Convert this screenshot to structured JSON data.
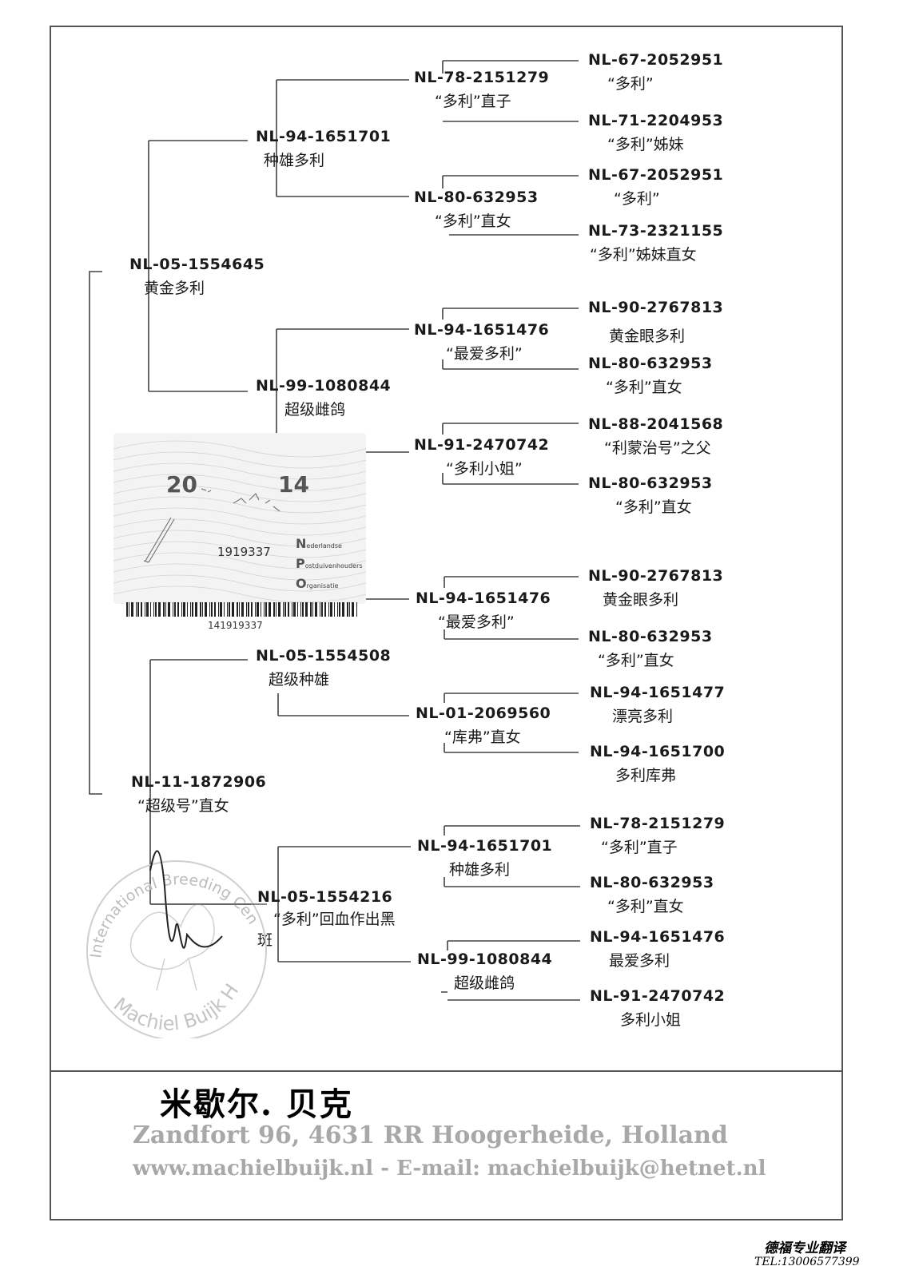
{
  "pedigree": {
    "gen1": [
      {
        "ring": "NL-05-1554645",
        "desc": "黄金多利"
      },
      {
        "ring": "NL-11-1872906",
        "desc": "“超级号”直女"
      }
    ],
    "gen2": [
      {
        "ring": "NL-94-1651701",
        "desc": "种雄多利"
      },
      {
        "ring": "NL-99-1080844",
        "desc": "超级雌鸽"
      },
      {
        "ring": "NL-05-1554508",
        "desc": "超级种雄"
      },
      {
        "ring": "NL-05-1554216",
        "desc": "“多利”回血作出黑斑"
      }
    ],
    "gen3": [
      {
        "ring": "NL-78-2151279",
        "desc": "“多利”直子"
      },
      {
        "ring": "NL-80-632953",
        "desc": "“多利”直女"
      },
      {
        "ring": "NL-94-1651476",
        "desc": "“最爱多利”"
      },
      {
        "ring": "NL-91-2470742",
        "desc": "“多利小姐”"
      },
      {
        "ring": "NL-94-1651476",
        "desc": "“最爱多利”"
      },
      {
        "ring": "NL-01-2069560",
        "desc": "“库弗”直女"
      },
      {
        "ring": "NL-94-1651701",
        "desc": "种雄多利"
      },
      {
        "ring": "NL-99-1080844",
        "desc": "超级雌鸽"
      }
    ],
    "gen4": [
      {
        "ring": "NL-67-2052951",
        "desc": "“多利”"
      },
      {
        "ring": "NL-71-2204953",
        "desc": "“多利”姊妹"
      },
      {
        "ring": "NL-67-2052951",
        "desc": "“多利”"
      },
      {
        "ring": "NL-73-2321155",
        "desc": "“多利”姊妹直女"
      },
      {
        "ring": "NL-90-2767813",
        "desc": "黄金眼多利"
      },
      {
        "ring": "NL-80-632953",
        "desc": "“多利”直女"
      },
      {
        "ring": "NL-88-2041568",
        "desc": "“利蒙治号”之父"
      },
      {
        "ring": "NL-80-632953",
        "desc": "“多利”直女"
      },
      {
        "ring": "NL-90-2767813",
        "desc": "黄金眼多利"
      },
      {
        "ring": "NL-80-632953",
        "desc": "“多利”直女"
      },
      {
        "ring": "NL-94-1651477",
        "desc": "漂亮多利"
      },
      {
        "ring": "NL-94-1651700",
        "desc": "多利库弗"
      },
      {
        "ring": "NL-78-2151279",
        "desc": "“多利”直子"
      },
      {
        "ring": "NL-80-632953",
        "desc": "“多利”直女"
      },
      {
        "ring": "NL-94-1651476",
        "desc": "最爱多利"
      },
      {
        "ring": "NL-91-2470742",
        "desc": "多利小姐"
      }
    ]
  },
  "ring_card": {
    "year_left": "20",
    "year_right": "14",
    "number": "1919337",
    "barcode_number": "141919337",
    "org_line1": "ederlandse",
    "org_line2": "ostduivenhouders",
    "org_line3": "rganisatie"
  },
  "stamp": {
    "text_top": "International Breeding Center - Hoogerheide",
    "text_bottom": "Machiel Buijk Holland"
  },
  "footer": {
    "owner_name": "米歇尔. 贝克",
    "address": "Zandfort 96, 4631 RR Hoogerheide, Holland",
    "web_email": "www.machielbuijk.nl  -  E-mail: machielbuijk@hetnet.nl"
  },
  "translator": {
    "name": "德福专业翻译",
    "tel": "TEL:13006577399"
  }
}
